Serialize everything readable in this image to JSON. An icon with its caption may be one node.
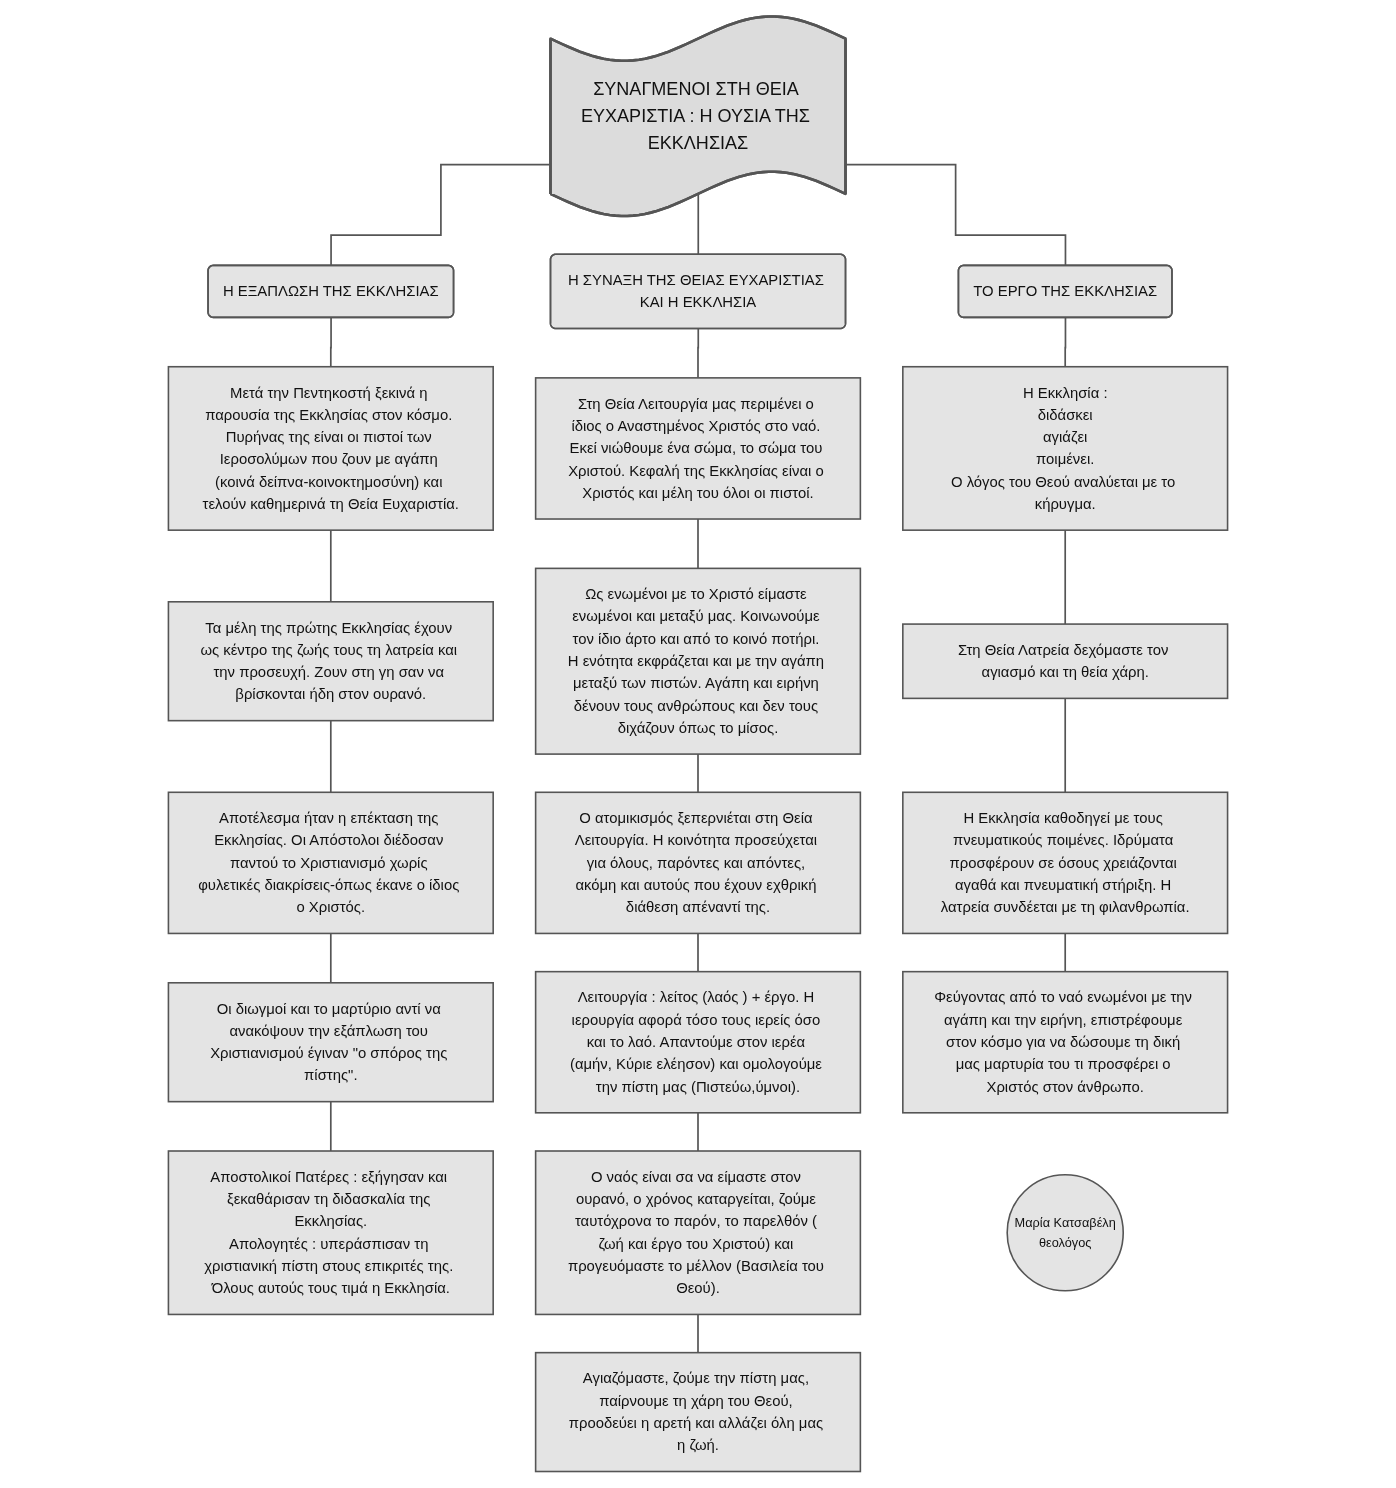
{
  "diagram": {
    "nodes": [
      {
        "text": [
          "ΣΥΝΑΓΜΕΝΟΙ ΣΤΗ ΘΕΙΑ ΕΥΧΑΡΙΣΤΙΑ : Η ΟΥΣΙΑ ΤΗΣ ΕΚΚΛΗΣΙΑΣ"
        ]
      },
      {
        "text": [
          "Η ΕΞΑΠΛΩΣΗ ΤΗΣ ΕΚΚΛΗΣΙΑΣ"
        ]
      },
      {
        "text": [
          "Μετά την Πεντηκοστή ξεκινά η παρουσία της Εκκλησίας στον κόσμο. Πυρήνας της είναι οι πιστοί των Ιεροσολύμων που ζουν με αγάπη (κοινά δείπνα-κοινοκτημοσύνη) και τελούν καθημερινά τη Θεία Ευχαριστία."
        ]
      },
      {
        "text": [
          "Τα μέλη της πρώτης Εκκλησίας έχουν ως κέντρο της ζωής τους τη λατρεία και την προσευχή. Ζουν στη γη σαν να βρίσκονται ήδη στον ουρανό."
        ]
      },
      {
        "text": [
          "Αποτέλεσμα ήταν η επέκταση της Εκκλησίας. Οι Απόστολοι διέδοσαν παντού το Χριστιανισμό χωρίς φυλετικές διακρίσεις-όπως έκανε ο ίδιος ο Χριστός."
        ]
      },
      {
        "text": [
          "Οι διωγμοί και το μαρτύριο αντί να ανακόψουν την εξάπλωση του Χριστιανισμού έγιναν \"ο σπόρος της πίστης\"."
        ]
      },
      {
        "text": [
          "Αποστολικοί Πατέρες : εξήγησαν και ξεκαθάρισαν τη διδασκαλία της Εκκλησίας.",
          "Απολογητές : υπεράσπισαν τη χριστιανική πίστη στους επικριτές της. Όλους αυτούς τους τιμά η Εκκλησία."
        ]
      },
      {
        "text": [
          "Η ΣΥΝΑΞΗ ΤΗΣ ΘΕΙΑΣ ΕΥΧΑΡΙΣΤΙΑΣ ΚΑΙ Η ΕΚΚΛΗΣΙΑ"
        ]
      },
      {
        "text": [
          "Στη Θεία Λειτουργία μας περιμένει ο ίδιος ο Αναστημένος Χριστός στο ναό. Εκεί νιώθουμε ένα σώμα, το σώμα του Χριστού. Κεφαλή της Εκκλησίας είναι ο Χριστός και μέλη του όλοι οι πιστοί."
        ]
      },
      {
        "text": [
          "Ως ενωμένοι με το Χριστό είμαστε ενωμένοι και μεταξύ μας. Κοινωνούμε τον ίδιο άρτο και από το κοινό ποτήρι. Η ενότητα εκφράζεται και με την αγάπη μεταξύ των πιστών. Αγάπη και ειρήνη δένουν τους ανθρώπους και δεν τους διχάζουν όπως το μίσος."
        ]
      },
      {
        "text": [
          "Ο ατομικισμός ξεπερνιέται στη Θεία Λειτουργία. Η κοινότητα προσεύχεται για όλους, παρόντες και απόντες, ακόμη και αυτούς που έχουν εχθρική διάθεση απέναντί της."
        ]
      },
      {
        "text": [
          "Λειτουργία : λείτος (λαός ) + έργο. Η ιερουργία αφορά τόσο τους ιερείς όσο και το λαό. Απαντούμε στον ιερέα (αμήν, Κύριε ελέησον) και ομολογούμε την πίστη μας (Πιστεύω,ύμνοι)."
        ]
      },
      {
        "text": [
          "Ο ναός είναι σα να είμαστε στον ουρανό, ο χρόνος καταργείται, ζούμε ταυτόχρονα το παρόν, το παρελθόν ( ζωή και έργο του Χριστού) και προγευόμαστε το μέλλον (Βασιλεία του Θεού)."
        ]
      },
      {
        "text": [
          "Αγιαζόμαστε, ζούμε την πίστη μας, παίρνουμε τη χάρη του Θεού, προοδεύει η αρετή και αλλάζει όλη μας η ζωή."
        ]
      },
      {
        "text": [
          "ΤΟ ΕΡΓΟ ΤΗΣ ΕΚΚΛΗΣΙΑΣ"
        ]
      },
      {
        "text": [
          "Η Εκκλησία :",
          "διδάσκει",
          "αγιάζει",
          "ποιμένει.",
          "Ο λόγος του Θεού αναλύεται με το κήρυγμα."
        ]
      },
      {
        "text": [
          "Στη Θεία Λατρεία δεχόμαστε τον αγιασμό και τη θεία χάρη."
        ]
      },
      {
        "text": [
          "Η Εκκλησία καθοδηγεί με τους πνευματικούς ποιμένες. Ιδρύματα προσφέρουν σε όσους χρειάζονται αγαθά και πνευματική στήριξη. Η λατρεία συνδέεται με τη φιλανθρωπία."
        ]
      },
      {
        "text": [
          "Φεύγοντας από το ναό ενωμένοι με την αγάπη και την ειρήνη, επιστρέφουμε στον κόσμο για να δώσουμε τη δική μας μαρτυρία του τι προσφέρει ο Χριστός στον άνθρωπο."
        ]
      },
      {
        "text": [
          "Μαρία Κατσαβέλη",
          "θεολόγος"
        ]
      }
    ],
    "edges": [
      {
        "from": 0,
        "to": 1,
        "arrow": "none"
      },
      {
        "from": 1,
        "to": 2,
        "arrow": "none"
      },
      {
        "from": 2,
        "to": 3,
        "arrow": "none"
      },
      {
        "from": 3,
        "to": 4,
        "arrow": "none"
      },
      {
        "from": 4,
        "to": 5,
        "arrow": "none"
      },
      {
        "from": 5,
        "to": 6,
        "arrow": "none"
      },
      {
        "from": 0,
        "to": 7,
        "arrow": "none"
      },
      {
        "from": 7,
        "to": 8,
        "arrow": "none"
      },
      {
        "from": 8,
        "to": 9,
        "arrow": "none"
      },
      {
        "from": 9,
        "to": 10,
        "arrow": "none"
      },
      {
        "from": 10,
        "to": 11,
        "arrow": "none"
      },
      {
        "from": 11,
        "to": 12,
        "arrow": "none"
      },
      {
        "from": 12,
        "to": 13,
        "arrow": "none"
      },
      {
        "from": 0,
        "to": 14,
        "arrow": "none"
      },
      {
        "from": 14,
        "to": 15,
        "arrow": "none"
      },
      {
        "from": 15,
        "to": 16,
        "arrow": "none"
      },
      {
        "from": 16,
        "to": 17,
        "arrow": "none"
      },
      {
        "from": 17,
        "to": 18,
        "arrow": "none"
      }
    ]
  }
}
